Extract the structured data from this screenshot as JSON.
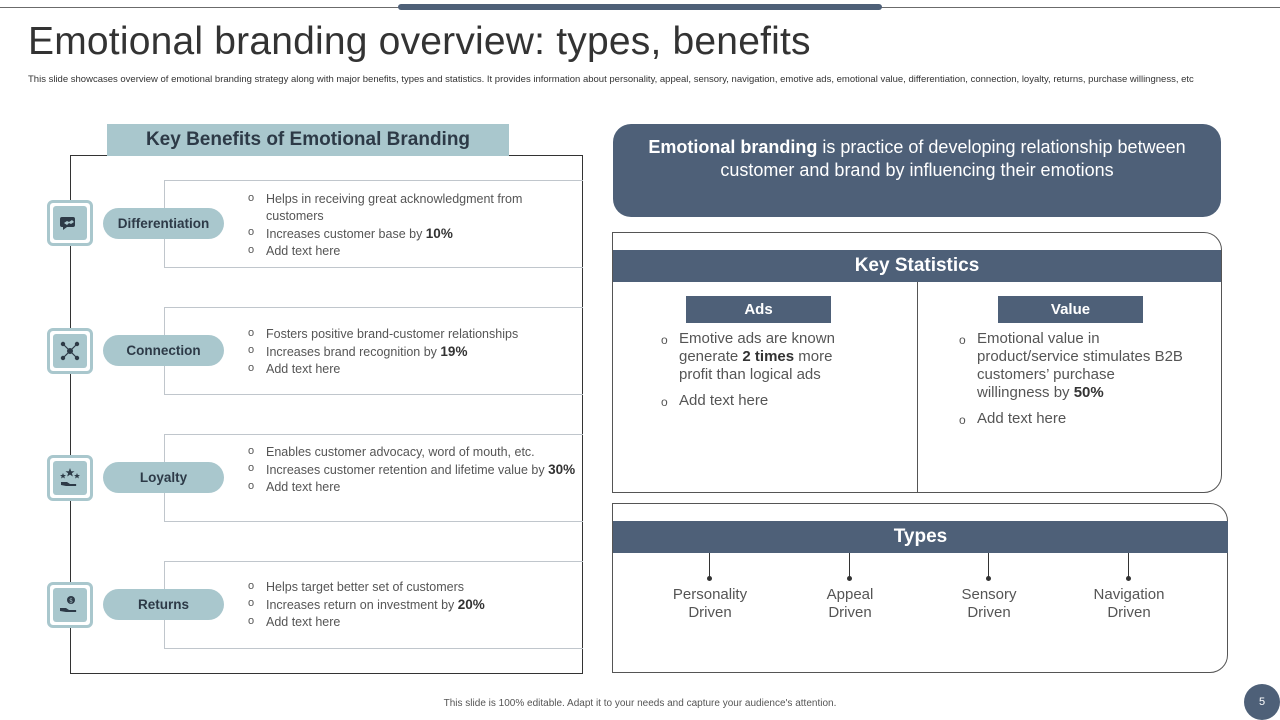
{
  "title": "Emotional branding overview: types, benefits",
  "subtitle": "This slide showcases overview of emotional branding strategy along with major benefits, types and statistics. It provides information about personality, appeal, sensory, navigation, emotive ads, emotional  value, differentiation, connection, loyalty, returns, purchase willingness, etc",
  "benefits": {
    "header": "Key Benefits of Emotional Branding",
    "items": [
      {
        "icon": "handshake-chat-icon",
        "label": "Differentiation",
        "bullets": [
          {
            "text": "Helps in receiving great acknowledgment from customers"
          },
          {
            "text": "Increases customer base by ",
            "bold": "10%"
          },
          {
            "text": "Add text here"
          }
        ]
      },
      {
        "icon": "network-people-icon",
        "label": "Connection",
        "bullets": [
          {
            "text": "Fosters positive brand-customer relationships"
          },
          {
            "text": "Increases brand recognition by ",
            "bold": "19%"
          },
          {
            "text": "Add text here"
          }
        ]
      },
      {
        "icon": "stars-hand-icon",
        "label": "Loyalty",
        "bullets": [
          {
            "text": "Enables customer advocacy, word of mouth, etc."
          },
          {
            "text": "Increases customer retention and lifetime value by ",
            "bold": "30%"
          },
          {
            "text": "Add text here"
          }
        ]
      },
      {
        "icon": "money-hand-icon",
        "label": "Returns",
        "bullets": [
          {
            "text": "Helps target better set of customers"
          },
          {
            "text": "Increases return on investment by ",
            "bold": "20%"
          },
          {
            "text": "Add text here"
          }
        ]
      }
    ]
  },
  "definition": {
    "bold": "Emotional branding",
    "rest": " is practice of developing relationship between customer and brand by influencing their emotions"
  },
  "statistics": {
    "header": "Key Statistics",
    "ads": {
      "label": "Ads",
      "bullet1_pre": "Emotive ads are known generate ",
      "bullet1_bold": "2 times",
      "bullet1_post": " more profit than logical ads",
      "bullet2": "Add text here"
    },
    "value": {
      "label": "Value",
      "bullet1_pre": "Emotional value in product/service stimulates B2B customers’ purchase willingness by ",
      "bullet1_bold": "50%",
      "bullet2": "Add text here"
    }
  },
  "types": {
    "header": "Types",
    "items": [
      {
        "line1": "Personality",
        "line2": "Driven"
      },
      {
        "line1": "Appeal",
        "line2": "Driven"
      },
      {
        "line1": "Sensory",
        "line2": "Driven"
      },
      {
        "line1": "Navigation",
        "line2": "Driven"
      }
    ]
  },
  "footer": "This slide is 100% editable.  Adapt it to your needs and capture your audience's attention.",
  "page_number": "5",
  "colors": {
    "accent_dark": "#4e6078",
    "accent_light": "#a9c7cd"
  }
}
